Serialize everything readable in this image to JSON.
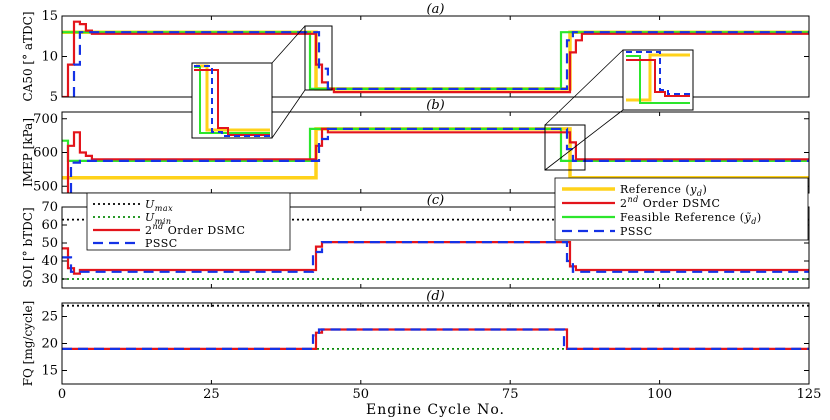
{
  "figure": {
    "xlabel": "Engine Cycle No.",
    "xticks": [
      "0",
      "25",
      "50",
      "75",
      "100",
      "125"
    ],
    "xlim": [
      0,
      125
    ]
  },
  "styles": {
    "reference": {
      "color": "#FFD21A",
      "dash": "solid",
      "width": 3.5
    },
    "dsmc": {
      "color": "#E3141B",
      "dash": "solid",
      "width": 2.2
    },
    "feasible": {
      "color": "#2CE62C",
      "dash": "solid",
      "width": 2.2
    },
    "pssc": {
      "color": "#1432E6",
      "dash": "dashed",
      "width": 2.2
    },
    "umax": {
      "color": "#000000",
      "dash": "dotted",
      "width": 1.8
    },
    "umin": {
      "color": "#0A8A0A",
      "dash": "dotted",
      "width": 1.8
    }
  },
  "legend_top": {
    "reference": {
      "label": "Reference (",
      "sym": "y",
      "sub": "d",
      "close": ")"
    },
    "dsmc": {
      "label": "2",
      "sup": "nd",
      "rest": " Order DSMC"
    },
    "feasible": {
      "label": "Feasible Reference (",
      "sym": "ỹ",
      "sub": "d",
      "close": ")"
    },
    "pssc": {
      "label": "PSSC"
    }
  },
  "legend_soi": {
    "umax": {
      "sym": "U",
      "sub": "max"
    },
    "umin": {
      "sym": "U",
      "sub": "min"
    },
    "dsmc": {
      "label": "2",
      "sup": "nd",
      "rest": " Order DSMC"
    },
    "pssc": {
      "label": "PSSC"
    }
  },
  "chart_data": [
    {
      "type": "line",
      "title": "(a)",
      "ylabel": "CA50 [° aTDC]",
      "ylim": [
        5,
        15
      ],
      "yticks": [
        5,
        10,
        15
      ],
      "series": [
        {
          "key": "reference",
          "x": [
            0,
            42.5,
            42.5,
            85,
            85,
            125
          ],
          "y": [
            13,
            13,
            6,
            6,
            13,
            13
          ]
        },
        {
          "key": "feasible",
          "x": [
            0,
            41.5,
            41.5,
            83.5,
            83.5,
            125
          ],
          "y": [
            13,
            13,
            6,
            6,
            13,
            13
          ]
        },
        {
          "key": "dsmc",
          "x": [
            0,
            1,
            1,
            2,
            2,
            3,
            3,
            4,
            4,
            5,
            5,
            42.5,
            42.5,
            43.5,
            43.5,
            44.5,
            44.5,
            45.5,
            45.5,
            85,
            85,
            86,
            86,
            87,
            87,
            125
          ],
          "y": [
            5,
            5,
            9,
            9,
            14.3,
            14.3,
            14,
            14,
            13.2,
            13.2,
            12.8,
            12.8,
            9,
            9,
            6.8,
            6.8,
            6,
            6,
            5.6,
            5.6,
            10.5,
            10.5,
            12,
            12,
            12.8,
            12.8
          ]
        },
        {
          "key": "pssc",
          "x": [
            2,
            2,
            3,
            3,
            43,
            43,
            44.5,
            44.5,
            84.5,
            84.5,
            85.5,
            85.5,
            125
          ],
          "y": [
            5,
            9,
            9,
            13,
            13,
            8.5,
            8.5,
            6,
            6,
            12,
            12,
            13,
            13
          ]
        }
      ]
    },
    {
      "type": "line",
      "title": "(b)",
      "ylabel": "IMEP [kPa]",
      "ylim": [
        480,
        720
      ],
      "yticks": [
        500,
        600,
        700
      ],
      "series": [
        {
          "key": "reference",
          "x": [
            0,
            42.5,
            42.5,
            85,
            85,
            125
          ],
          "y": [
            525,
            525,
            670,
            670,
            525,
            525
          ]
        },
        {
          "key": "feasible",
          "x": [
            0,
            1,
            1,
            41.5,
            41.5,
            83.5,
            83.5,
            125
          ],
          "y": [
            635,
            635,
            575,
            575,
            670,
            670,
            575,
            575
          ]
        },
        {
          "key": "dsmc",
          "x": [
            1,
            1,
            2,
            2,
            3,
            3,
            4,
            4,
            5,
            5,
            42.5,
            42.5,
            43.5,
            43.5,
            44.5,
            44.5,
            85,
            85,
            86,
            86,
            125
          ],
          "y": [
            480,
            620,
            620,
            660,
            660,
            600,
            600,
            590,
            590,
            580,
            580,
            620,
            620,
            670,
            670,
            660,
            660,
            630,
            630,
            580,
            580
          ]
        },
        {
          "key": "pssc",
          "x": [
            1.5,
            1.5,
            3,
            3,
            43,
            43,
            44.5,
            44.5,
            84.5,
            84.5,
            85.5,
            85.5,
            125
          ],
          "y": [
            480,
            570,
            570,
            575,
            575,
            640,
            640,
            670,
            670,
            610,
            610,
            575,
            575
          ]
        }
      ]
    },
    {
      "type": "line",
      "title": "(c)",
      "ylabel": "SOI [° bTDC]",
      "ylim": [
        25,
        70
      ],
      "yticks": [
        30,
        40,
        50,
        60,
        70
      ],
      "series": [
        {
          "key": "umax",
          "x": [
            0,
            125
          ],
          "y": [
            63,
            63
          ]
        },
        {
          "key": "umin",
          "x": [
            0,
            125
          ],
          "y": [
            30,
            30
          ]
        },
        {
          "key": "dsmc",
          "x": [
            0,
            1,
            1,
            2,
            2,
            3,
            3,
            42.5,
            42.5,
            43.5,
            43.5,
            85,
            85,
            86,
            86,
            125
          ],
          "y": [
            47,
            47,
            36,
            36,
            33,
            33,
            35,
            35,
            48,
            48,
            50.5,
            50.5,
            37,
            37,
            35,
            35
          ]
        },
        {
          "key": "pssc",
          "x": [
            0,
            1.5,
            1.5,
            3,
            3,
            42,
            42,
            43.5,
            43.5,
            84.5,
            84.5,
            85.5,
            85.5,
            125
          ],
          "y": [
            42,
            42,
            34,
            34,
            34,
            34,
            45,
            45,
            50.5,
            50.5,
            40,
            40,
            34,
            34
          ]
        }
      ]
    },
    {
      "type": "line",
      "title": "(d)",
      "ylabel": "FQ [mg/cycle]",
      "ylim": [
        12.5,
        27.5
      ],
      "yticks": [
        15,
        20,
        25
      ],
      "series": [
        {
          "key": "umax",
          "x": [
            0,
            125
          ],
          "y": [
            27,
            27
          ]
        },
        {
          "key": "umin",
          "x": [
            0,
            125
          ],
          "y": [
            19,
            19
          ]
        },
        {
          "key": "dsmc",
          "x": [
            0,
            42.5,
            42.5,
            43.5,
            43.5,
            84.5,
            84.5,
            125
          ],
          "y": [
            19,
            19,
            22,
            22,
            22.6,
            22.6,
            19,
            19
          ]
        },
        {
          "key": "pssc",
          "x": [
            0,
            42,
            42,
            43,
            43,
            84,
            84,
            125
          ],
          "y": [
            19,
            19,
            21.5,
            21.5,
            22.6,
            22.6,
            19,
            19
          ]
        }
      ]
    }
  ]
}
